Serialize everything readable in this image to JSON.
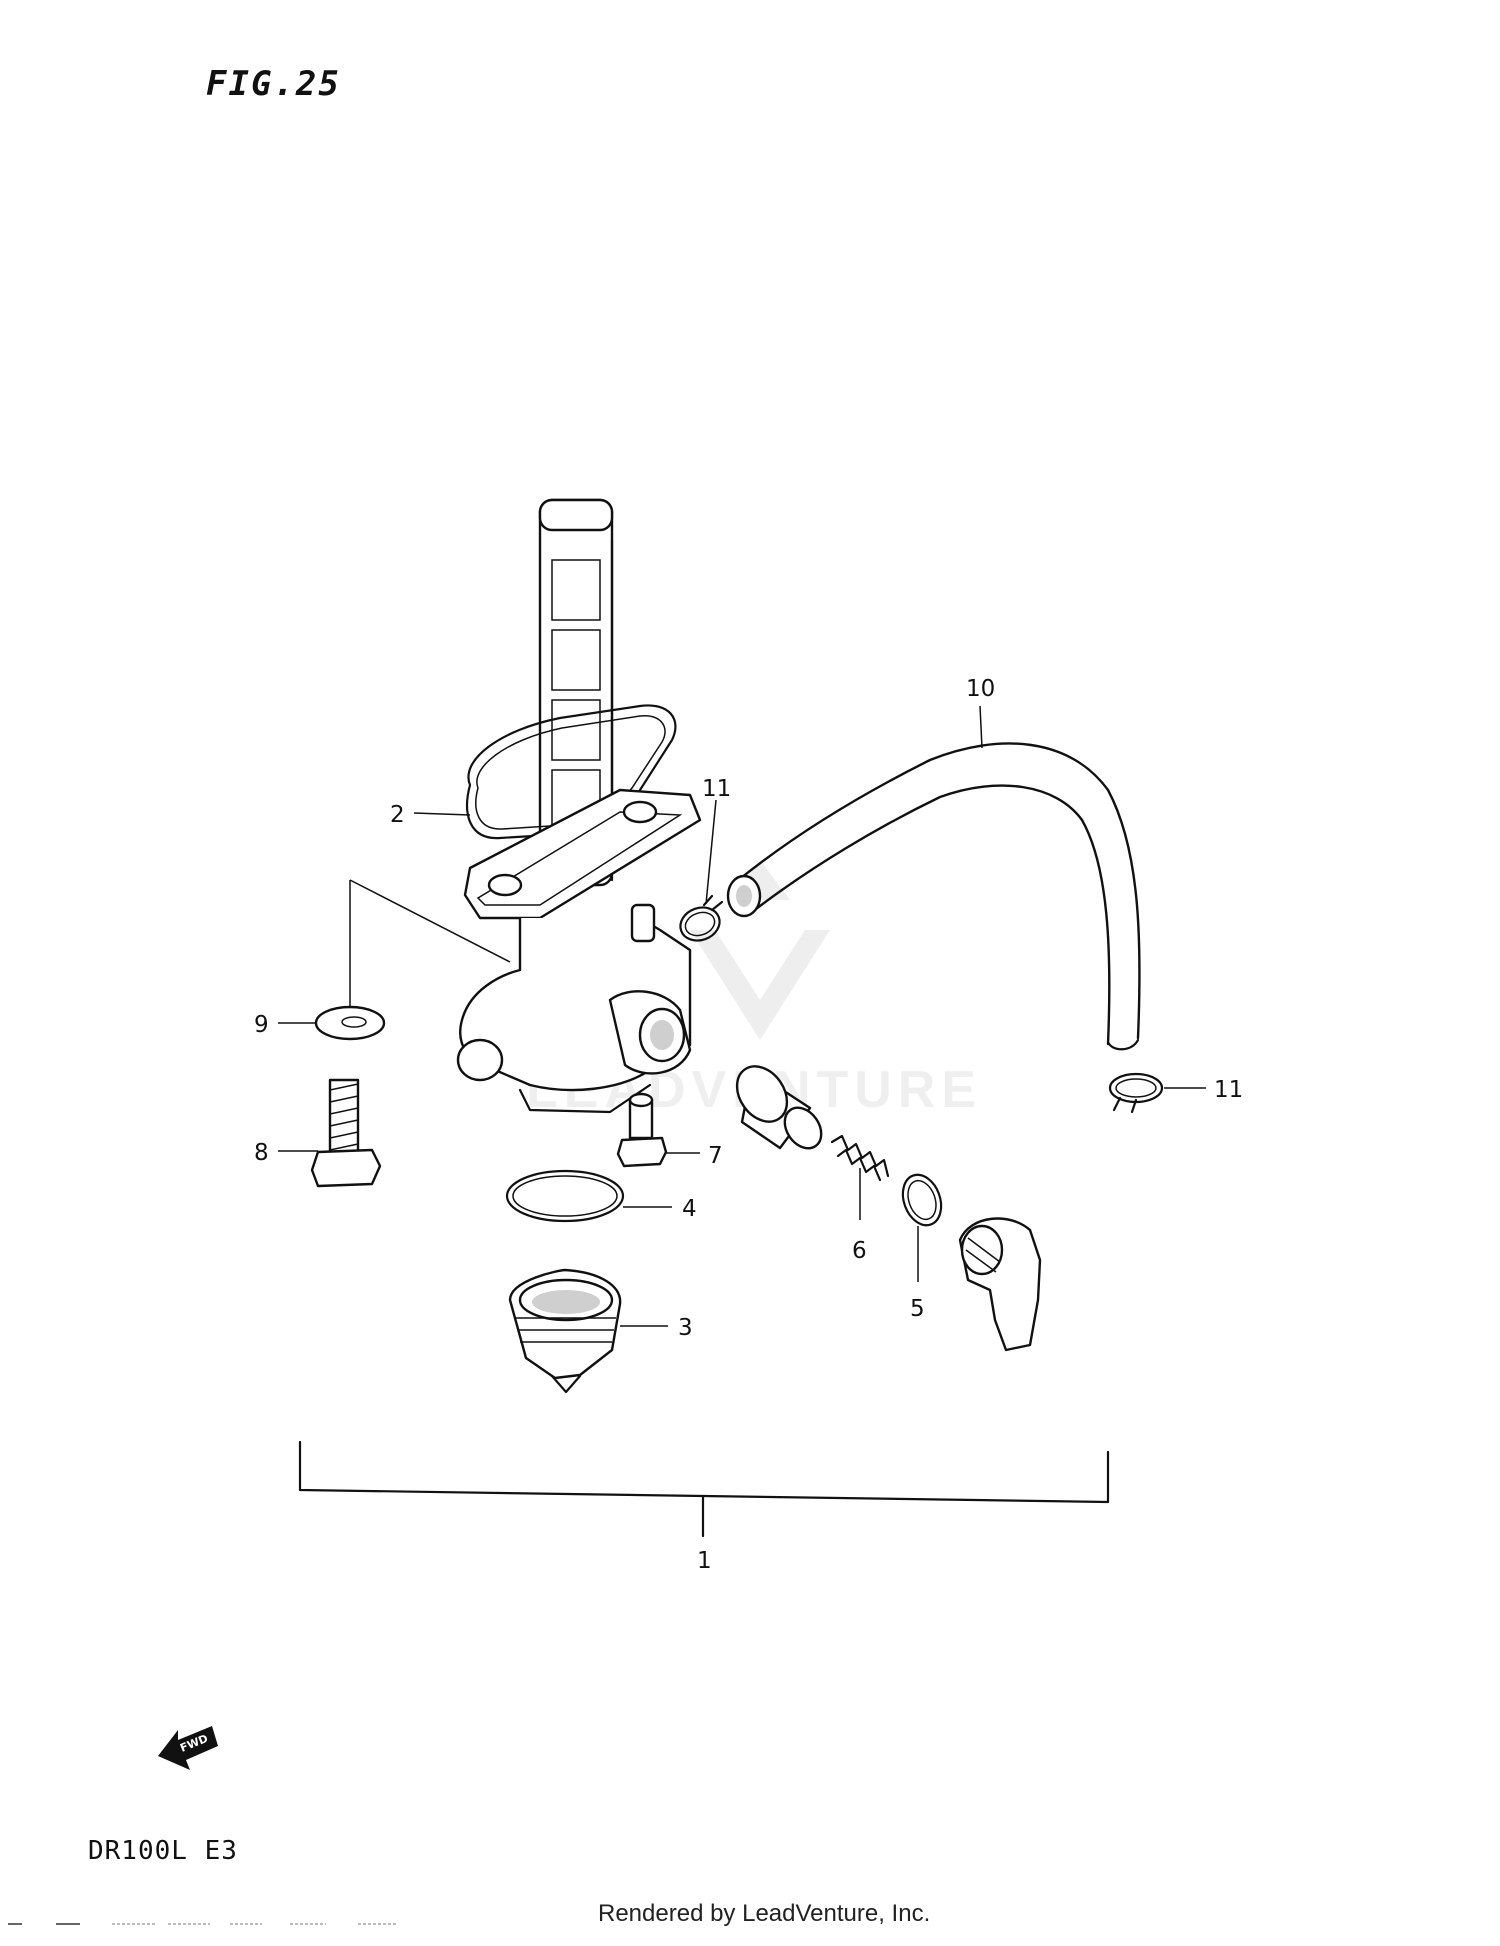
{
  "figure": {
    "title": "FIG.25",
    "model": "DR100L  E3",
    "footer": "Rendered by LeadVenture, Inc.",
    "watermark": "LEADVENTURE",
    "fwd_label": "FWD"
  },
  "callouts": {
    "c1": "1",
    "c2": "2",
    "c3": "3",
    "c4": "4",
    "c5": "5",
    "c6": "6",
    "c7": "7",
    "c8": "8",
    "c9": "9",
    "c10": "10",
    "c11a": "11",
    "c11b": "11"
  }
}
